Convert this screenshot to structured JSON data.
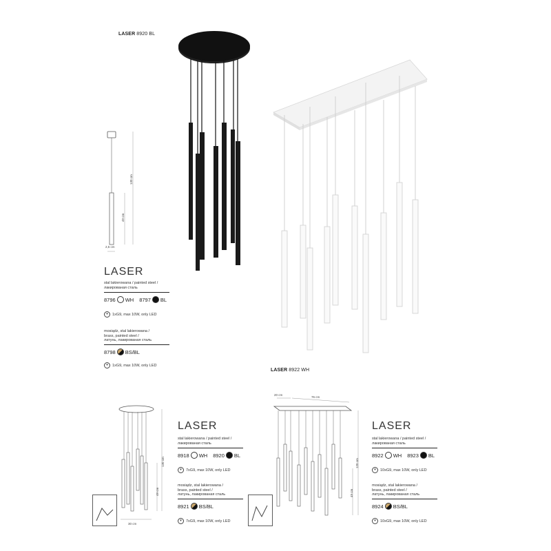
{
  "top": {
    "photo_caption_bl": {
      "name": "LASER",
      "code": "8920 BL"
    },
    "photo_caption_wh": {
      "name": "LASER",
      "code": "8922 WH"
    }
  },
  "block1": {
    "title": "LASER",
    "dims": {
      "height_total": "130 cm",
      "height_tube": "49 cm",
      "width": "2,5 cm"
    },
    "material1": [
      "stal lakierowana / painted steel /",
      "лакированая сталь"
    ],
    "codes1": [
      {
        "code": "8796",
        "color": "WH"
      },
      {
        "code": "8797",
        "color": "BL"
      }
    ],
    "spec1": "1xG9, max 10W, only LED",
    "material2": [
      "mosiądz, stal lakierowana /",
      "brass, painted steel /",
      "латунь, лакированая сталь"
    ],
    "codes2": [
      {
        "code": "8798",
        "color": "BS/BL"
      }
    ],
    "spec2": "1xG9, max 10W, only LED"
  },
  "block2": {
    "title": "LASER",
    "dims": {
      "height_total": "130 cm",
      "height_tube": "49 cm",
      "width": "30 cm"
    },
    "material1": [
      "stal lakierowana / painted steel /",
      "лакированая сталь"
    ],
    "codes1": [
      {
        "code": "8918",
        "color": "WH"
      },
      {
        "code": "8920",
        "color": "BL"
      }
    ],
    "spec1": "7xG9, max 10W, only LED",
    "material2": [
      "mosiądz, stal lakierowana /",
      "brass, painted steel /",
      "латунь, лакированая сталь"
    ],
    "codes2": [
      {
        "code": "8921",
        "color": "BS/BL"
      }
    ],
    "spec2": "7xG9, max 10W, only LED"
  },
  "block3": {
    "title": "LASER",
    "dims": {
      "height_total": "120 cm",
      "height_tube": "49 cm",
      "width": "76 cm",
      "depth": "20 cm"
    },
    "material1": [
      "stal lakierowana / painted steel /",
      "лакированая сталь"
    ],
    "codes1": [
      {
        "code": "8922",
        "color": "WH"
      },
      {
        "code": "8923",
        "color": "BL"
      }
    ],
    "spec1": "10xG9, max 10W, only LED",
    "material2": [
      "mosiądz, stal lakierowana /",
      "brass, painted steel /",
      "латунь, лакированая сталь"
    ],
    "codes2": [
      {
        "code": "8924",
        "color": "BS/BL"
      }
    ],
    "spec2": "10xG9, max 10W, only LED"
  },
  "colors": {
    "black": "#111111",
    "white": "#ffffff",
    "brass": "#c9a66b"
  },
  "icons": {
    "bulb": "bulb-icon",
    "swatch_white": "white-swatch-icon",
    "swatch_black": "black-swatch-icon",
    "swatch_brass": "brass-black-swatch-icon"
  }
}
